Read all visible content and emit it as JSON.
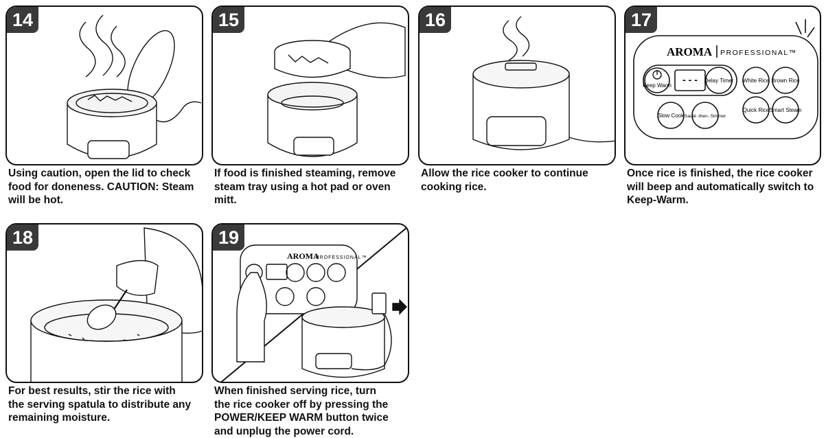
{
  "steps": [
    {
      "number": "14",
      "caption": "Using caution, open the lid to check\nfood for doneness. CAUTION: Steam\nwill be hot."
    },
    {
      "number": "15",
      "caption": "If food is finished steaming, remove\nsteam tray using a hot pad or oven\nmitt."
    },
    {
      "number": "16",
      "caption": "Allow the rice cooker to continue\ncooking rice."
    },
    {
      "number": "17",
      "caption": "Once rice is finished, the rice cooker\nwill beep and automatically switch to\nKeep-Warm."
    },
    {
      "number": "18",
      "caption": "For best results, stir the rice with\nthe serving spatula to distribute any\nremaining moisture."
    },
    {
      "number": "19",
      "caption": "When finished serving rice, turn\nthe rice cooker off by pressing the\nPOWER/KEEP WARM button twice\nand unplug the power cord."
    }
  ],
  "control_panel": {
    "brand": "AROMA",
    "series": "PROFESSIONAL™",
    "buttons": {
      "keep_warm": "Keep Warm",
      "delay_timer": "Delay Timer",
      "white_rice": "White Rice",
      "brown_rice": "Brown Rice",
      "slow_cook": "Slow Cook",
      "saute_simmer": "Sauté -then- Simmer",
      "quick_rice": "Quick Rice",
      "smart_steam": "Smart Steam"
    },
    "display": "- - -"
  }
}
